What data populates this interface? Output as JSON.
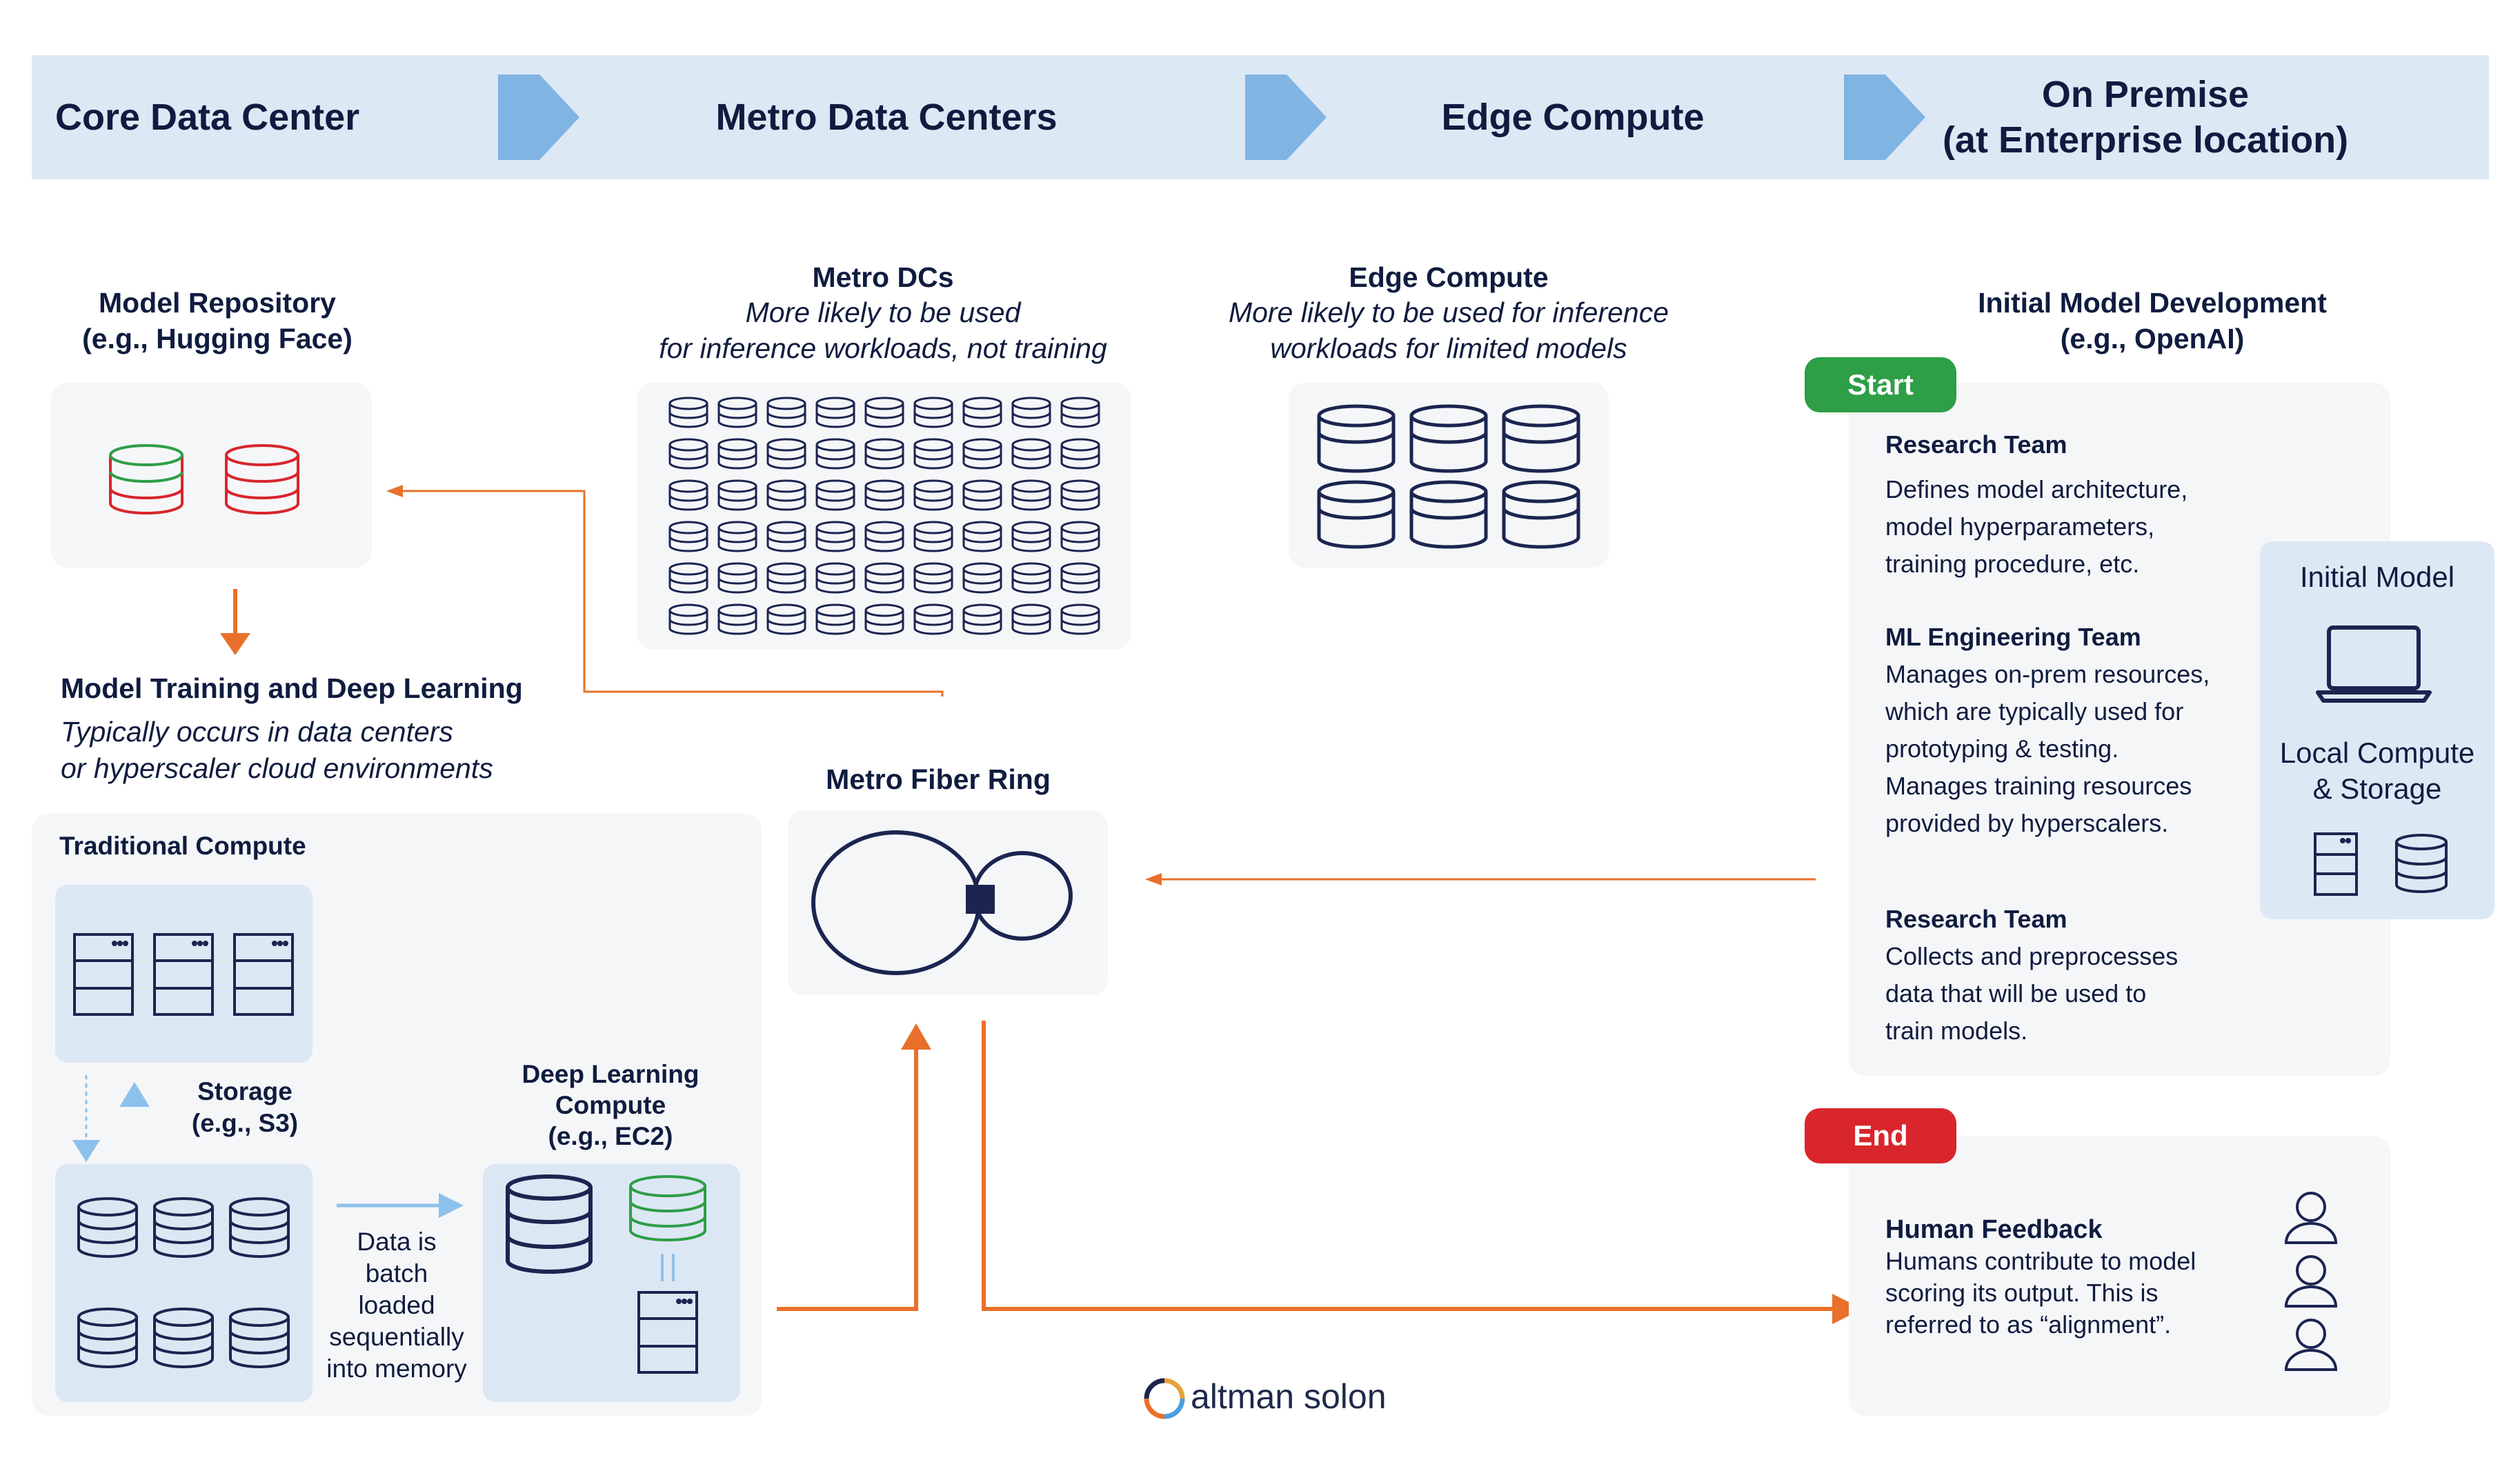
{
  "header": {
    "stage1": "Core Data Center",
    "stage2": "Metro Data Centers",
    "stage3": "Edge Compute",
    "stage4_line1": "On Premise",
    "stage4_line2": "(at Enterprise location)"
  },
  "model_repository": {
    "title_line1": "Model Repository",
    "title_line2": "(e.g., Hugging Face)"
  },
  "metro_dcs": {
    "title": "Metro DCs",
    "desc_line1": "More likely to be used",
    "desc_line2": "for inference workloads, not training"
  },
  "edge_compute": {
    "title": "Edge Compute",
    "desc_line1": "More likely to be used for inference",
    "desc_line2": "workloads for limited models"
  },
  "initial_model_dev": {
    "title_line1": "Initial Model Development",
    "title_line2": "(e.g., OpenAI)"
  },
  "start_label": "Start",
  "end_label": "End",
  "research_team_1": {
    "title": "Research Team",
    "lines": [
      "Defines model architecture,",
      "model hyperparameters,",
      "training procedure, etc."
    ]
  },
  "ml_engineering_team": {
    "title": "ML Engineering Team",
    "lines": [
      "Manages on-prem resources,",
      "which are typically used for",
      "prototyping & testing.",
      "Manages training resources",
      "provided by hyperscalers."
    ]
  },
  "research_team_2": {
    "title": "Research Team",
    "lines": [
      "Collects and preprocesses",
      "data that will be used to",
      "train models."
    ]
  },
  "initial_model_box": {
    "title": "Initial Model",
    "sub_line1": "Local Compute",
    "sub_line2": "& Storage"
  },
  "model_training": {
    "title": "Model Training and Deep Learning",
    "desc_line1": "Typically occurs in data centers",
    "desc_line2": "or hyperscaler cloud environments"
  },
  "traditional_compute": {
    "title": "Traditional Compute"
  },
  "storage": {
    "line1": "Storage",
    "line2": "(e.g., S3)"
  },
  "deep_learning": {
    "line1": "Deep Learning",
    "line2": "Compute",
    "line3": "(e.g., EC2)"
  },
  "data_batch": {
    "lines": [
      "Data is",
      "batch",
      "loaded",
      "sequentially",
      "into memory"
    ]
  },
  "metro_fiber_ring": {
    "title": "Metro Fiber Ring"
  },
  "human_feedback": {
    "title": "Human Feedback",
    "lines": [
      "Humans contribute to model",
      "scoring its output. This is",
      "referred to as “alignment”."
    ]
  },
  "brand": {
    "name": "altman solon"
  },
  "colors": {
    "navy": "#1b2550",
    "header_bg": "#dde8f5",
    "chevron": "#7fb4e3",
    "orange": "#e8702a",
    "green": "#2e9e47",
    "red": "#d8262c",
    "light_blue": "#8cc1ec"
  },
  "icons": {
    "header_chevron": "chevron-right-icon",
    "database": "database-icon",
    "server": "server-rack-icon",
    "laptop": "laptop-icon",
    "user": "user-icon",
    "brand_logo": "altman-solon-logo-icon"
  }
}
